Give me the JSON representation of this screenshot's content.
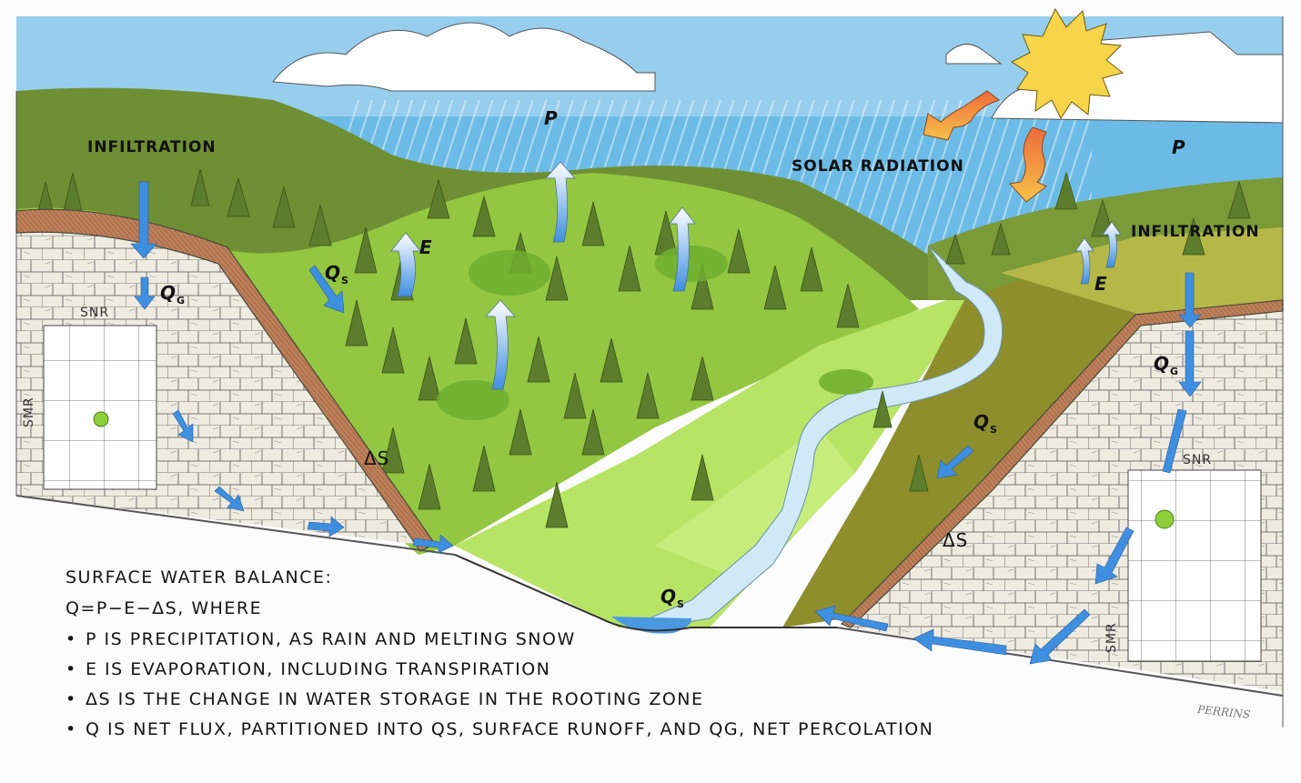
{
  "diagram": {
    "type": "illustrated cross-section",
    "subject": "watershed surface water balance",
    "labels": {
      "precipitation_left": "P",
      "precipitation_right": "P",
      "solar_radiation": "SOLAR RADIATION",
      "infiltration_left": "INFILTRATION",
      "infiltration_right": "INFILTRATION",
      "evaporation_left": "E",
      "evaporation_right": "E",
      "qs_left_slope": "Q",
      "qs_left_slope_sub": "S",
      "qs_right_slope": "Q",
      "qs_right_slope_sub": "S",
      "qs_stream": "Q",
      "qs_stream_sub": "S",
      "qg_left": "Q",
      "qg_left_sub": "G",
      "qg_right": "Q",
      "qg_right_sub": "G",
      "snr_left": "SNR",
      "snr_right": "SNR",
      "smr_left": "SMR",
      "smr_right": "SMR",
      "delta_s_left": "ΔS",
      "delta_s_right": "ΔS"
    },
    "colors": {
      "sky": "#5fb2e0",
      "sky_light": "#a9d6ef",
      "cloud": "#ffffff",
      "sun": "#f6d54a",
      "solar_arrow": "#f29a3a",
      "forest_dark": "#5f7f2f",
      "meadow": "#9fd24a",
      "meadow_light": "#c4e879",
      "soil_band": "#b97a57",
      "bedrock": "#ebe8dc",
      "water_arrow": "#3f8fe0",
      "stream": "#cfe9f7",
      "sensor_dot": "#8dcf3a",
      "slope_right": "#8e8f2c"
    }
  },
  "legend": {
    "title": "SURFACE WATER BALANCE:",
    "equation": "Q=P−E−ΔS, WHERE",
    "items": [
      "P IS PRECIPITATION, AS RAIN AND MELTING SNOW",
      "E IS EVAPORATION, INCLUDING TRANSPIRATION",
      "ΔS IS THE CHANGE IN WATER STORAGE IN THE ROOTING ZONE",
      "Q IS NET FLUX, PARTITIONED INTO QS, SURFACE RUNOFF, AND QG, NET PERCOLATION"
    ]
  },
  "signature": "PERRINS"
}
